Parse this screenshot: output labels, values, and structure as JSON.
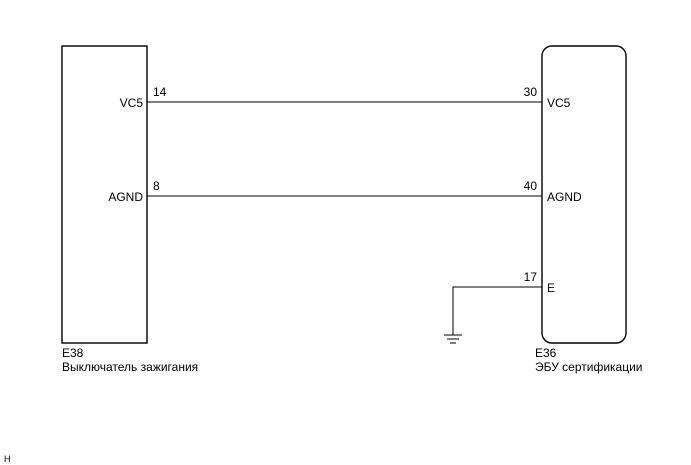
{
  "left_component": {
    "connector": "E38",
    "name": "Выключатель зажигания",
    "pins": {
      "vc5": {
        "label": "VC5",
        "number": "14"
      },
      "agnd": {
        "label": "AGND",
        "number": "8"
      }
    }
  },
  "right_component": {
    "connector": "E36",
    "name": "ЭБУ сертификации",
    "pins": {
      "vc5": {
        "label": "VC5",
        "number": "30"
      },
      "agnd": {
        "label": "AGND",
        "number": "40"
      },
      "e": {
        "label": "E",
        "number": "17"
      }
    }
  },
  "footer": {
    "code": "H"
  },
  "colors": {
    "line": "#000000",
    "background": "#ffffff"
  }
}
